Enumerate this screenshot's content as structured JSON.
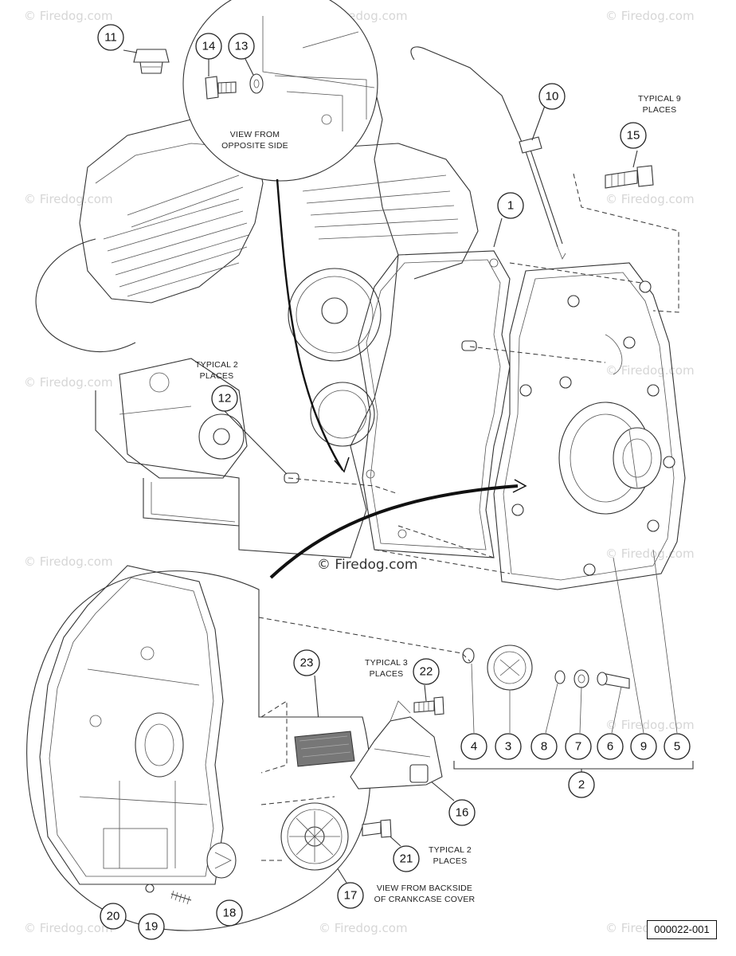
{
  "callouts": [
    {
      "id": "c1",
      "label": "1"
    },
    {
      "id": "c2",
      "label": "2"
    },
    {
      "id": "c3",
      "label": "3"
    },
    {
      "id": "c4",
      "label": "4"
    },
    {
      "id": "c5",
      "label": "5"
    },
    {
      "id": "c6",
      "label": "6"
    },
    {
      "id": "c7",
      "label": "7"
    },
    {
      "id": "c8",
      "label": "8"
    },
    {
      "id": "c9",
      "label": "9"
    },
    {
      "id": "c10",
      "label": "10"
    },
    {
      "id": "c11",
      "label": "11"
    },
    {
      "id": "c12",
      "label": "12"
    },
    {
      "id": "c13",
      "label": "13"
    },
    {
      "id": "c14",
      "label": "14"
    },
    {
      "id": "c15",
      "label": "15"
    },
    {
      "id": "c16",
      "label": "16"
    },
    {
      "id": "c17",
      "label": "17"
    },
    {
      "id": "c18",
      "label": "18"
    },
    {
      "id": "c19",
      "label": "19"
    },
    {
      "id": "c20",
      "label": "20"
    },
    {
      "id": "c21",
      "label": "21"
    },
    {
      "id": "c22",
      "label": "22"
    },
    {
      "id": "c23",
      "label": "23"
    }
  ],
  "notes": {
    "view_opposite": [
      "VIEW FROM",
      "OPPOSITE SIDE"
    ],
    "typical9": [
      "TYPICAL 9",
      "PLACES"
    ],
    "typical2_top": [
      "TYPICAL 2",
      "PLACES"
    ],
    "typical3": [
      "TYPICAL 3",
      "PLACES"
    ],
    "typical2_bottom": [
      "TYPICAL 2",
      "PLACES"
    ],
    "view_backside": [
      "VIEW FROM BACKSIDE",
      "OF CRANKCASE COVER"
    ]
  },
  "watermark": "© Firedog.com",
  "figure_id": "000022-001"
}
